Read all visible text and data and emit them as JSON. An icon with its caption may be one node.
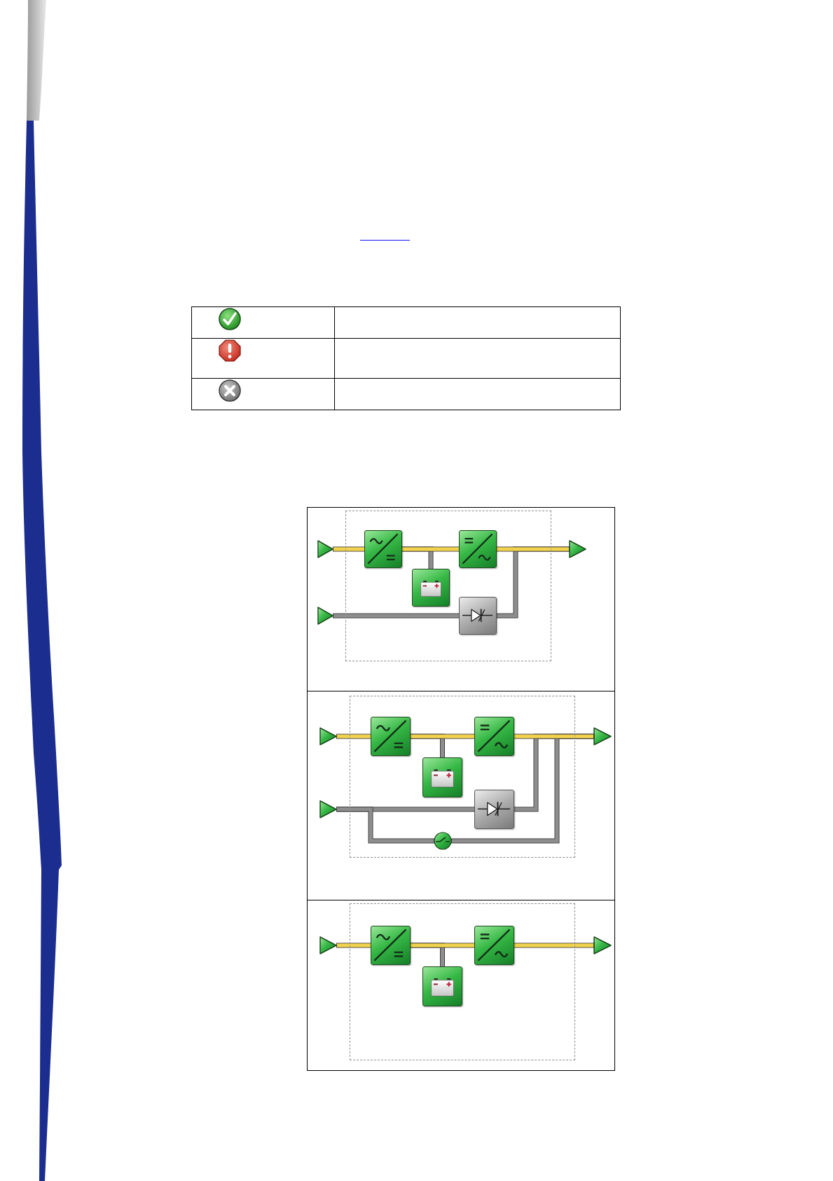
{
  "diagram": {
    "nodes": [
      {
        "text": [],
        "shape": "box"
      },
      {
        "text": [],
        "shape": "triangle"
      },
      {
        "text": [],
        "shape": "box",
        "in": 0
      },
      {
        "text": [],
        "shape": "box",
        "in": 0
      },
      {
        "text": [],
        "shape": "triangle"
      },
      {
        "text": [],
        "shape": "box",
        "in": 0
      },
      {
        "text": [],
        "shape": "triangle"
      },
      {
        "text": [],
        "shape": "box",
        "in": 0
      },
      {
        "text": [],
        "shape": "box"
      },
      {
        "text": [],
        "shape": "triangle"
      },
      {
        "text": [],
        "shape": "box",
        "in": 8
      },
      {
        "text": [],
        "shape": "box",
        "in": 8
      },
      {
        "text": [],
        "shape": "triangle"
      },
      {
        "text": [],
        "shape": "box",
        "in": 8
      },
      {
        "text": [],
        "shape": "triangle"
      },
      {
        "text": [],
        "shape": "box",
        "in": 8
      },
      {
        "text": [],
        "shape": "circle",
        "in": 8
      },
      {
        "text": [],
        "shape": "box"
      },
      {
        "text": [],
        "shape": "triangle"
      },
      {
        "text": [],
        "shape": "box",
        "in": 17
      },
      {
        "text": [],
        "shape": "box",
        "in": 17
      },
      {
        "text": [],
        "shape": "triangle"
      },
      {
        "text": [],
        "shape": "box",
        "in": 17
      }
    ],
    "edges": [
      {
        "from": 1,
        "to": 2,
        "arrow": "none",
        "color": "#f2d34f"
      },
      {
        "from": 2,
        "to": 3,
        "arrow": "none",
        "color": "#f2d34f"
      },
      {
        "from": 2,
        "to": 5,
        "arrow": "none",
        "color": "#8e8e8e"
      },
      {
        "from": 3,
        "to": 4,
        "arrow": "none",
        "color": "#f2d34f"
      },
      {
        "from": 6,
        "to": 7,
        "arrow": "none",
        "color": "#8e8e8e"
      },
      {
        "from": 7,
        "to": 4,
        "arrow": "none",
        "color": "#8e8e8e"
      },
      {
        "from": 9,
        "to": 10,
        "arrow": "none",
        "color": "#f2d34f"
      },
      {
        "from": 10,
        "to": 11,
        "arrow": "none",
        "color": "#f2d34f"
      },
      {
        "from": 10,
        "to": 13,
        "arrow": "none",
        "color": "#8e8e8e"
      },
      {
        "from": 11,
        "to": 12,
        "arrow": "none",
        "color": "#f2d34f"
      },
      {
        "from": 14,
        "to": 15,
        "arrow": "none",
        "color": "#8e8e8e"
      },
      {
        "from": 15,
        "to": 12,
        "arrow": "none",
        "color": "#8e8e8e"
      },
      {
        "from": 14,
        "to": 16,
        "arrow": "none",
        "color": "#8e8e8e"
      },
      {
        "from": 16,
        "to": 12,
        "arrow": "none",
        "color": "#8e8e8e"
      },
      {
        "from": 18,
        "to": 19,
        "arrow": "none",
        "color": "#f2d34f"
      },
      {
        "from": 19,
        "to": 20,
        "arrow": "none",
        "color": "#f2d34f"
      },
      {
        "from": 19,
        "to": 22,
        "arrow": "none",
        "color": "#8e8e8e"
      },
      {
        "from": 20,
        "to": 21,
        "arrow": "none",
        "color": "#f2d34f"
      }
    ]
  }
}
